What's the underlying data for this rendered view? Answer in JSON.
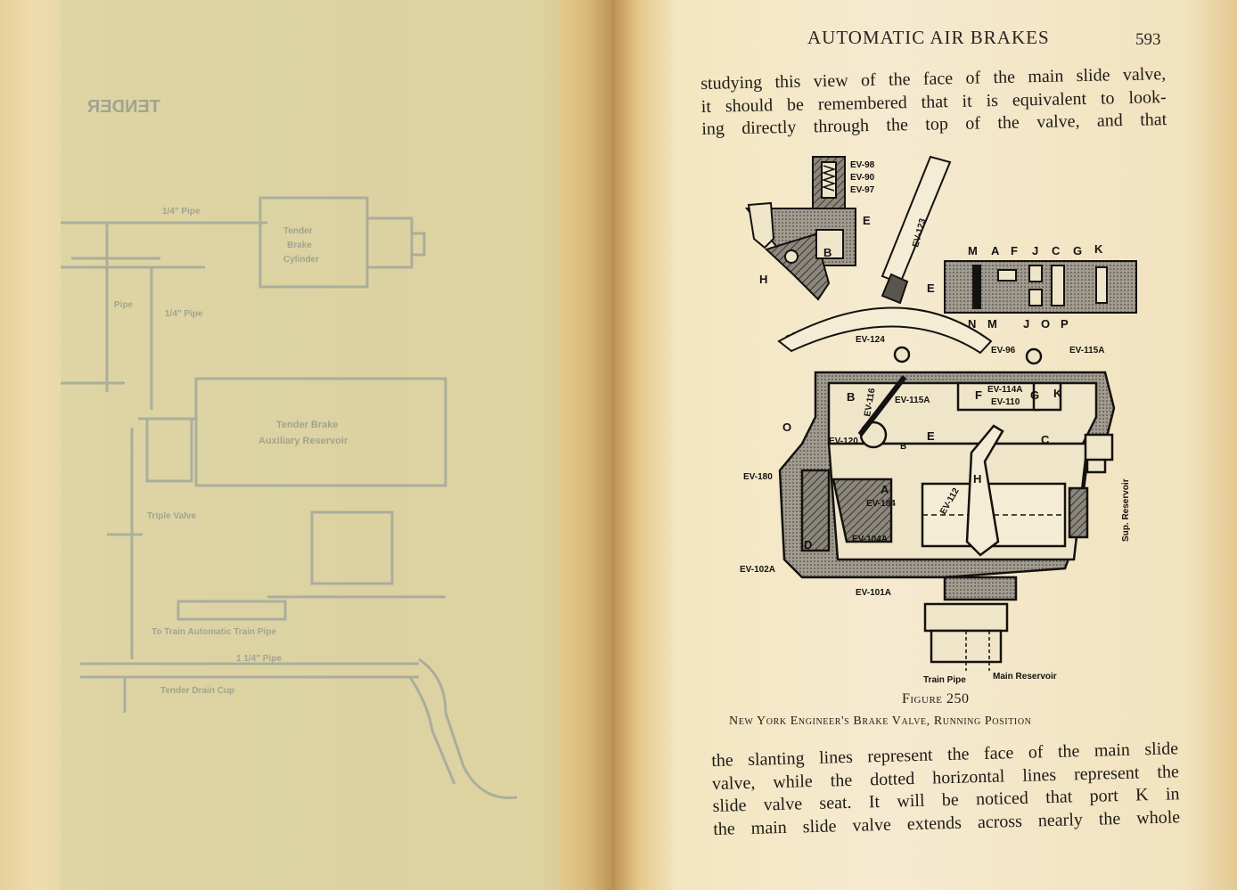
{
  "left_page": {
    "ghost_texts": {
      "tender": "TENDER",
      "pipe_top": "1/4\" Pipe",
      "brake_cyl_1": "Tender",
      "brake_cyl_2": "Brake",
      "brake_cyl_3": "Cylinder",
      "pipe_mid": "1/4\" Pipe",
      "pipe_side": "Pipe",
      "aux_res_1": "Tender Brake",
      "aux_res_2": "Auxiliary Reservoir",
      "triple_valve": "Triple Valve",
      "to_train_pipe": "To Train Automatic Train Pipe",
      "pipe_bottom": "1 1/4\" Pipe",
      "drain_cup": "Tender Drain Cup"
    }
  },
  "right_page": {
    "header": "AUTOMATIC AIR BRAKES",
    "page_number": "593",
    "paragraph_top": [
      "studying this view of the face of the main slide valve,",
      "it should be remembered that it is equivalent to look-",
      "ing directly through the top of the valve, and that"
    ],
    "figure": {
      "label": "Figure 250",
      "caption": "New York Engineer's Brake Valve, Running Position",
      "labels": {
        "ev98": "EV-98",
        "ev90": "EV-90",
        "ev97": "EV-97",
        "e1": "E",
        "b1": "B",
        "h1": "H",
        "ev123": "EV-123",
        "m1": "M",
        "a1": "A",
        "f1": "F",
        "j1": "J",
        "c1": "C",
        "g1": "G",
        "k1": "K",
        "e2": "E",
        "n2": "N",
        "m2": "M",
        "j2": "J",
        "o2": "O",
        "p2": "P",
        "ev124": "EV-124",
        "ev96": "EV-96",
        "ev115a": "EV-115A",
        "b2": "B",
        "ev116": "EV-116",
        "ev115a2": "EV-115A",
        "f3": "F",
        "ev114a": "EV-114A",
        "ev110": "EV-110",
        "g3": "G",
        "k3": "K",
        "o3": "O",
        "ev120": "EV-120",
        "b3": "B",
        "e3": "E",
        "c3": "C",
        "ev180": "EV-180",
        "a3": "A",
        "ev184": "EV-184",
        "ev112": "EV-112",
        "h3": "H",
        "d3": "D",
        "ev104a": "EV-104A",
        "ev102a": "EV-102A",
        "ev101a": "EV-101A",
        "sup_res": "Sup. Reservoir",
        "train_pipe": "Train Pipe",
        "main_res": "Main Reservoir"
      }
    },
    "paragraph_bottom": [
      "the slanting lines represent the face of the main slide",
      "valve, while the dotted horizontal lines represent the",
      "slide valve seat. It will be noticed that port K in",
      "the main slide valve extends across nearly the whole"
    ]
  },
  "colors": {
    "ink": "#1f1b17",
    "page_cream": "#f5ead0",
    "ghost_print": "#8e948c"
  }
}
